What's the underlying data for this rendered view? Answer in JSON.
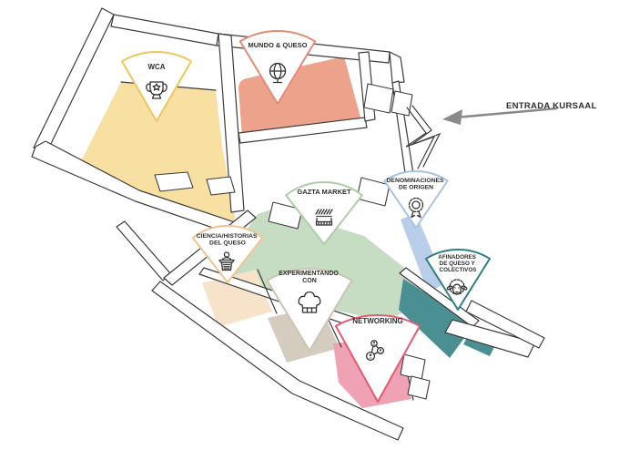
{
  "title": "Kursaal venue floor map",
  "entrance": {
    "label": "ENTRADA KURSAAL"
  },
  "colors": {
    "background": "#ffffff",
    "wall_line": "#3c3c3c",
    "label_text": "#2f2f2f",
    "arrow": "#8a8a8a"
  },
  "markers": [
    {
      "id": "wca",
      "label_lines": [
        "WCA"
      ],
      "icon": "trophy-icon",
      "accent": "#F0C55F",
      "zone_color": "#F8DFA2"
    },
    {
      "id": "mundo-queso",
      "label_lines": [
        "MUNDO & QUESO"
      ],
      "icon": "globe-icon",
      "accent": "#E28C79",
      "zone_color": "#EDA28C"
    },
    {
      "id": "gazta-market",
      "label_lines": [
        "GAZTA MARKET"
      ],
      "icon": "market-stall-icon",
      "accent": "#AECDA8",
      "zone_color": "#C7DDC3"
    },
    {
      "id": "denominaciones-de-origen",
      "label_lines": [
        "DENOMINACIONES",
        "DE ORIGEN"
      ],
      "icon": "rosette-icon",
      "accent": "#A6C3E3",
      "zone_color": "#B9CFE9"
    },
    {
      "id": "ciencia-historias-del-queso",
      "label_lines": [
        "CIENCIA/HISTORIAS",
        "DEL QUESO"
      ],
      "icon": "lectern-icon",
      "accent": "#F0C492",
      "zone_color": "#F7E3C9"
    },
    {
      "id": "experimentando-con",
      "label_lines": [
        "EXPERIMENTANDO",
        "CON"
      ],
      "icon": "chef-hat-icon",
      "accent": "#CBC4B5",
      "zone_color": "#D3CCBF"
    },
    {
      "id": "networking",
      "label_lines": [
        "NETWORKING"
      ],
      "icon": "network-icon",
      "accent": "#E45B72",
      "zone_color": "#EFA2B4"
    },
    {
      "id": "afinadores",
      "label_lines": [
        "AFINADORES",
        "DE QUESO Y",
        "COLECTIVOS"
      ],
      "icon": "sheep-icon",
      "accent": "#2F7E80",
      "zone_color": "#4A8F92"
    }
  ]
}
